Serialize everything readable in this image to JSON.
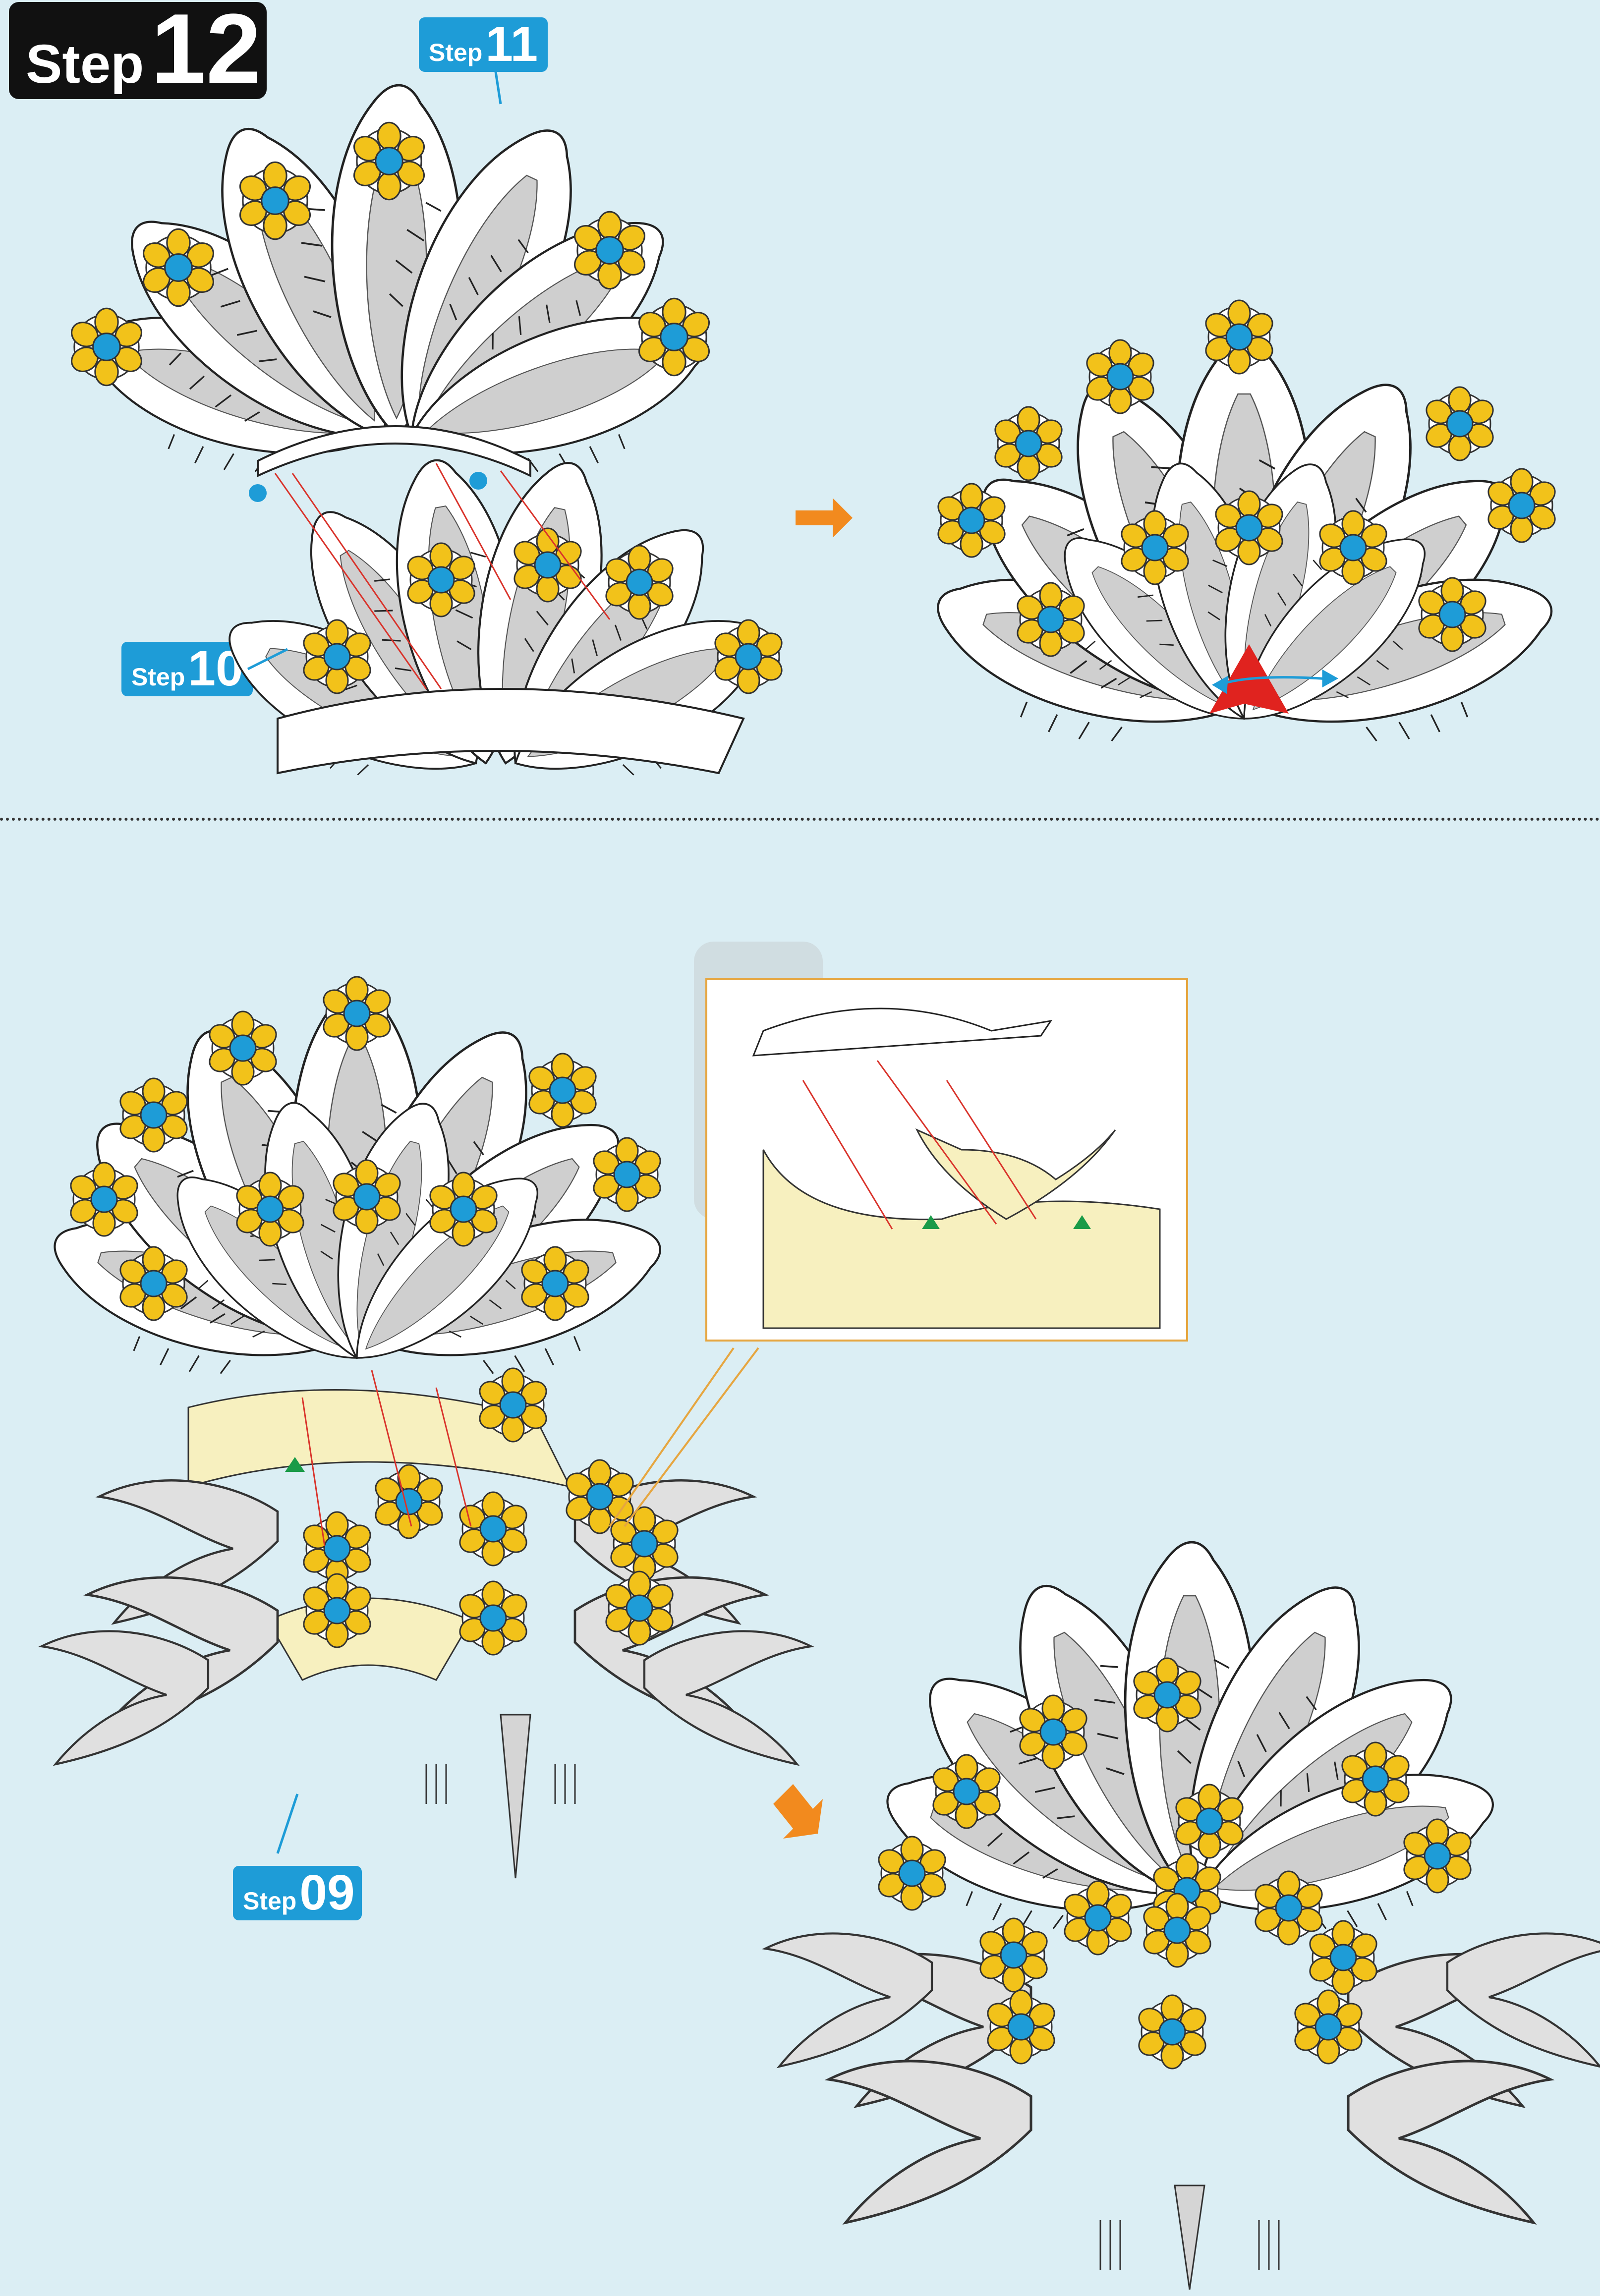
{
  "step_main": {
    "word": "Step",
    "number": "12"
  },
  "tags": [
    {
      "id": "step11",
      "word": "Step",
      "number": "11"
    },
    {
      "id": "step10",
      "word": "Step",
      "number": "10"
    },
    {
      "id": "step09",
      "word": "Step",
      "number": "09"
    }
  ],
  "colors": {
    "background": "#dbeef4",
    "label_blue": "#1e9cd7",
    "flower_center": "#1e9cd7",
    "flower_petal": "#f2c21a",
    "feather_gray": "#c8c8c8",
    "guide_line": "#d9332b",
    "arrow_orange": "#f28a1e",
    "marker_green": "#1a9b48",
    "highlight_yellow": "#f7f0bf"
  },
  "icons": [
    "orange-right-arrow-icon",
    "orange-diagonal-arrow-icon",
    "red-triangle-icon",
    "green-triangle-icon",
    "blue-dot-icon",
    "double-headed-arrow-icon"
  ]
}
